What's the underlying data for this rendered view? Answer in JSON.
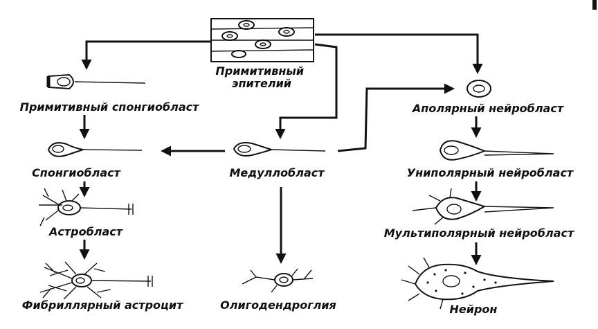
{
  "nodes": {
    "primitive_epithelium": "Примитивный\nэпителий",
    "primitive_spongioblast": "Примитивный спонгиобласт",
    "apolar_neuroblast": "Аполярный нейробласт",
    "spongioblast": "Спонгиобласт",
    "medulloblast": "Медуллобласт",
    "unipolar_neuroblast": "Униполярный нейробласт",
    "astroblast": "Астробласт",
    "multipolar_neuroblast": "Мультиполярный нейробласт",
    "fibrillar_astrocyte": "Фибриллярный астроцит",
    "oligodendroglia": "Олигодендроглия",
    "neuron": "Нейрон"
  },
  "edges": [
    [
      "primitive_epithelium",
      "primitive_spongioblast"
    ],
    [
      "primitive_epithelium",
      "apolar_neuroblast"
    ],
    [
      "primitive_epithelium",
      "medulloblast"
    ],
    [
      "primitive_spongioblast",
      "spongioblast"
    ],
    [
      "medulloblast",
      "spongioblast"
    ],
    [
      "medulloblast",
      "apolar_neuroblast"
    ],
    [
      "medulloblast",
      "oligodendroglia"
    ],
    [
      "spongioblast",
      "astroblast"
    ],
    [
      "astroblast",
      "fibrillar_astrocyte"
    ],
    [
      "apolar_neuroblast",
      "unipolar_neuroblast"
    ],
    [
      "unipolar_neuroblast",
      "multipolar_neuroblast"
    ],
    [
      "multipolar_neuroblast",
      "neuron"
    ]
  ]
}
